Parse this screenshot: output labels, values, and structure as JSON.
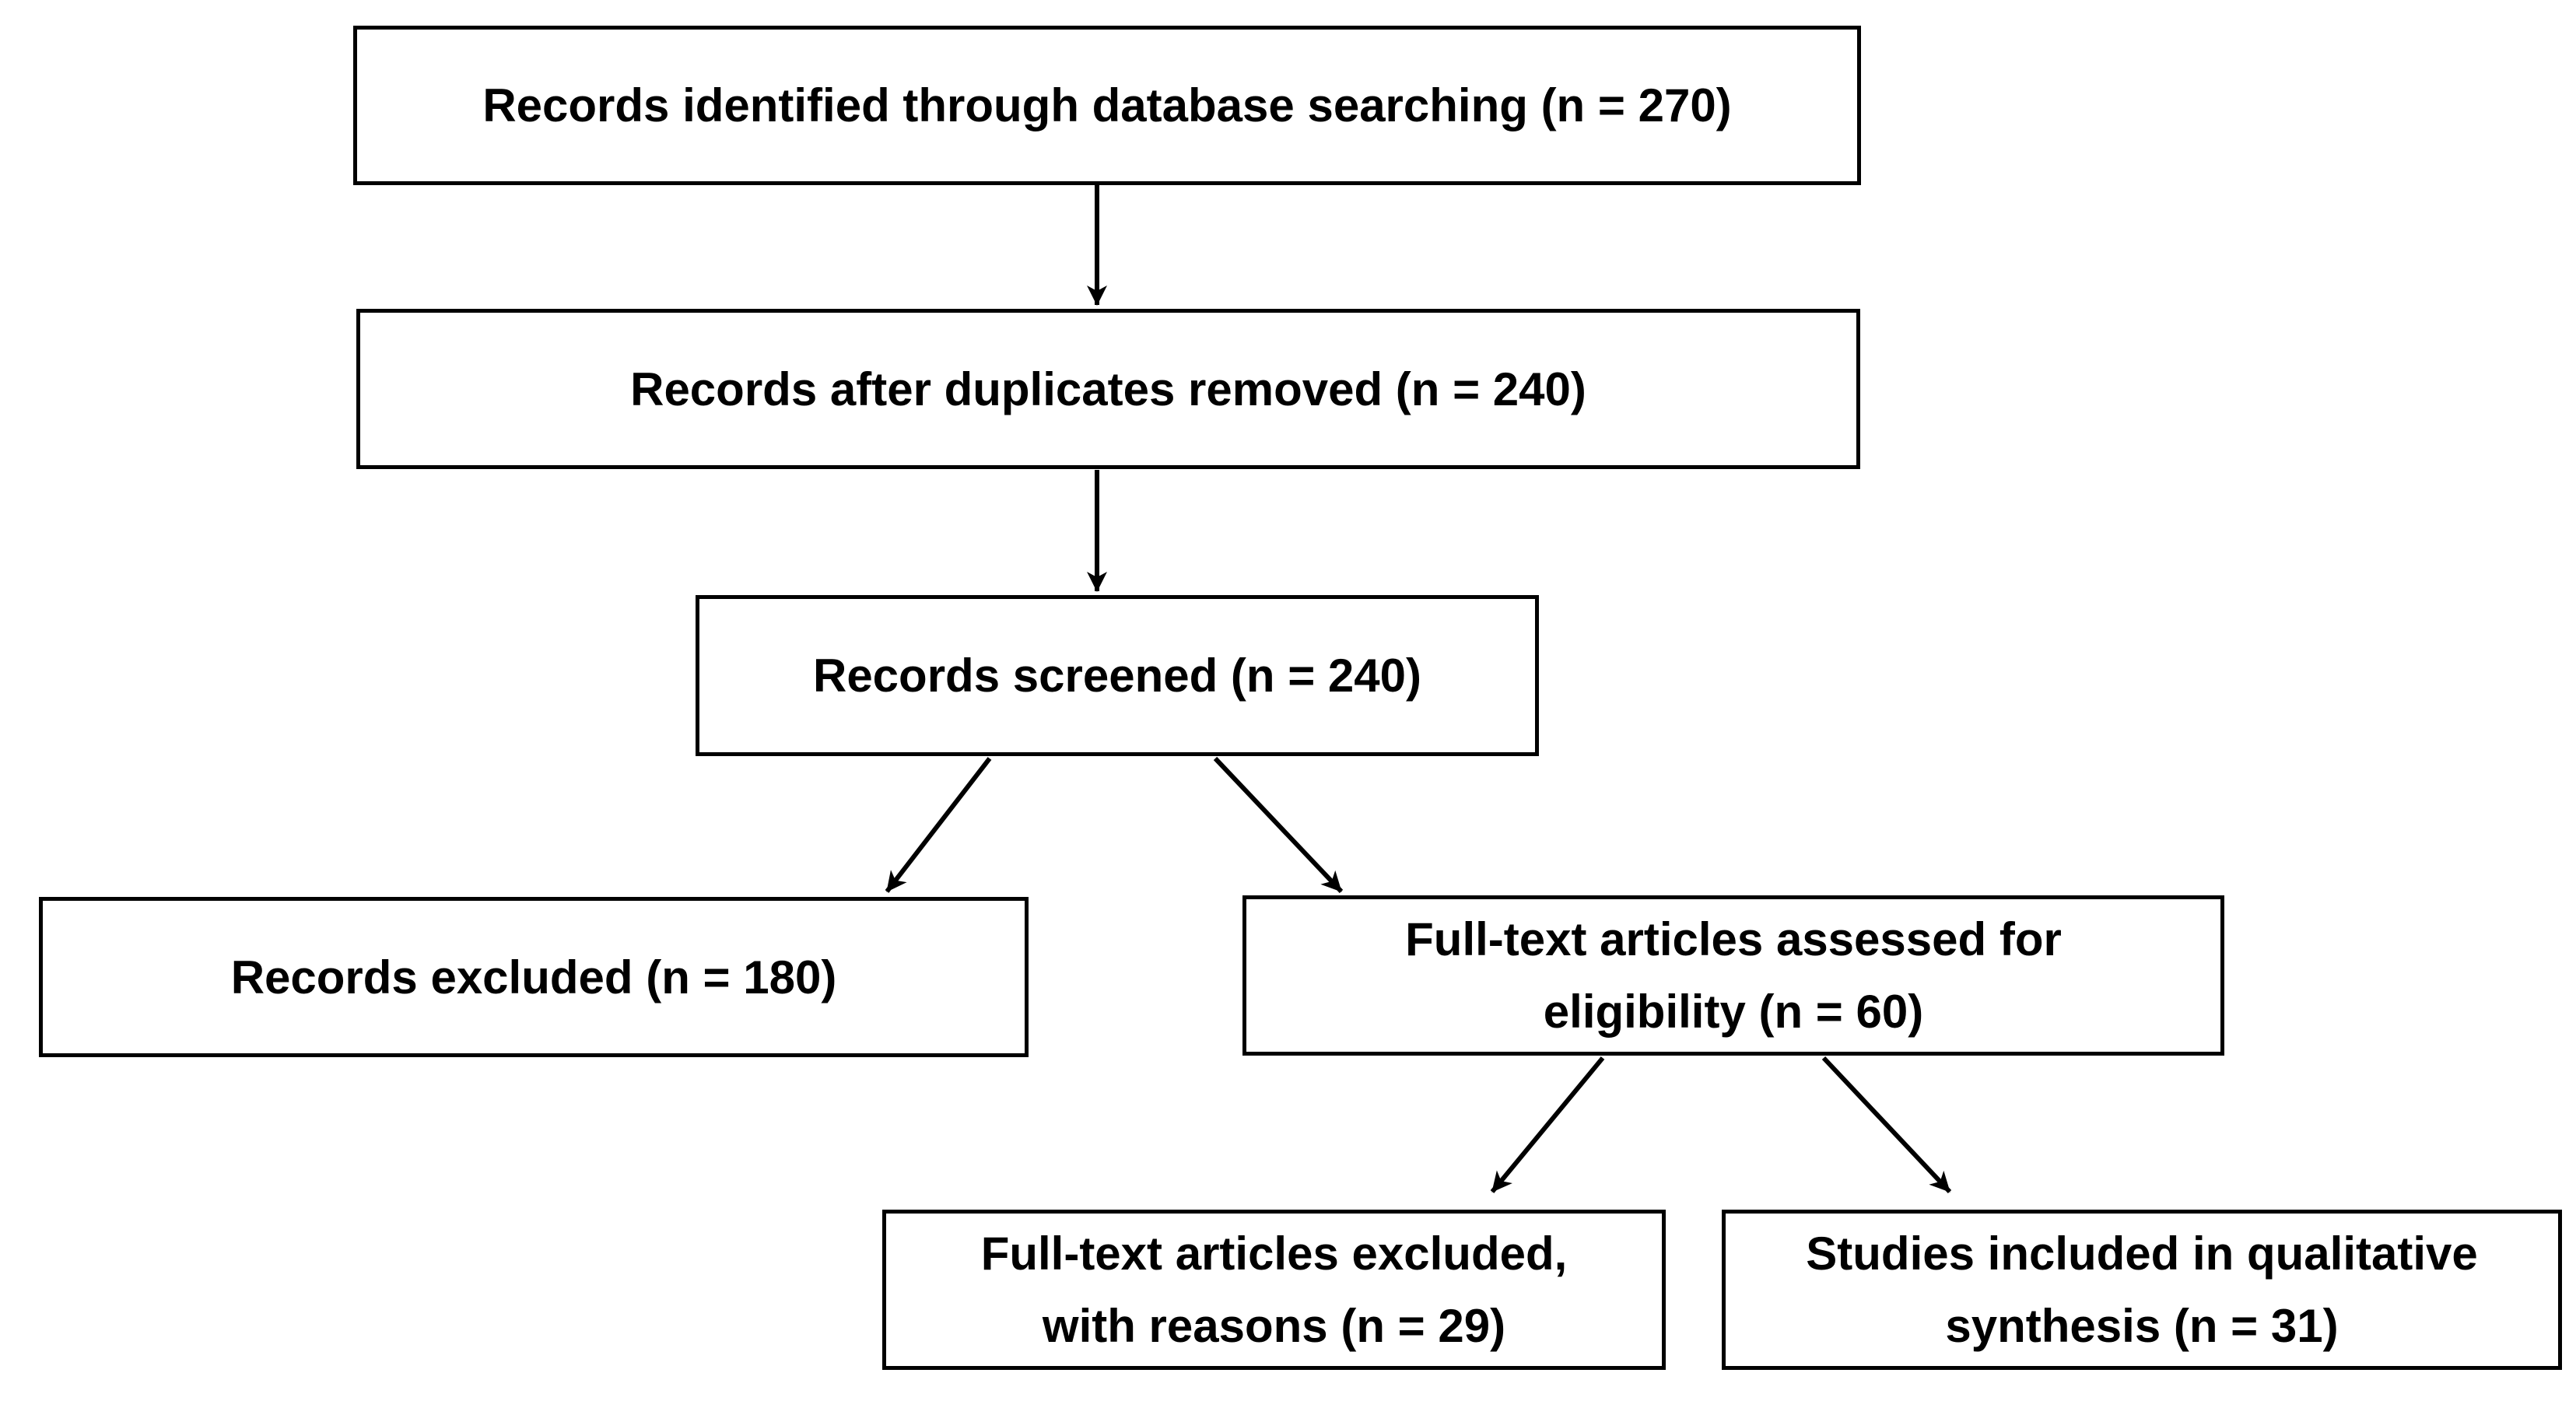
{
  "diagram": {
    "type": "flowchart",
    "colors": {
      "background": "#ffffff",
      "box_fill": "#ffffff",
      "box_border": "#000000",
      "text": "#000000",
      "arrow": "#000000"
    },
    "boxes": {
      "identified": {
        "lines": [
          "Records identified through database searching (n = 270)"
        ]
      },
      "deduplicated": {
        "lines": [
          "Records after duplicates removed (n = 240)"
        ]
      },
      "screened": {
        "lines": [
          "Records screened (n = 240)"
        ]
      },
      "excluded": {
        "lines": [
          "Records excluded (n = 180)"
        ]
      },
      "fulltext_assessed": {
        "lines": [
          "Full-text articles assessed for",
          "eligibility (n = 60)"
        ]
      },
      "fulltext_excluded": {
        "lines": [
          "Full-text articles excluded,",
          "with reasons (n = 29)"
        ]
      },
      "included_qualitative": {
        "lines": [
          "Studies included in qualitative",
          "synthesis (n = 31)"
        ]
      }
    },
    "flows": [
      {
        "from": "identified",
        "to": "deduplicated"
      },
      {
        "from": "deduplicated",
        "to": "screened"
      },
      {
        "from": "screened",
        "to": "excluded"
      },
      {
        "from": "screened",
        "to": "fulltext_assessed"
      },
      {
        "from": "fulltext_assessed",
        "to": "fulltext_excluded"
      },
      {
        "from": "fulltext_assessed",
        "to": "included_qualitative"
      }
    ]
  }
}
